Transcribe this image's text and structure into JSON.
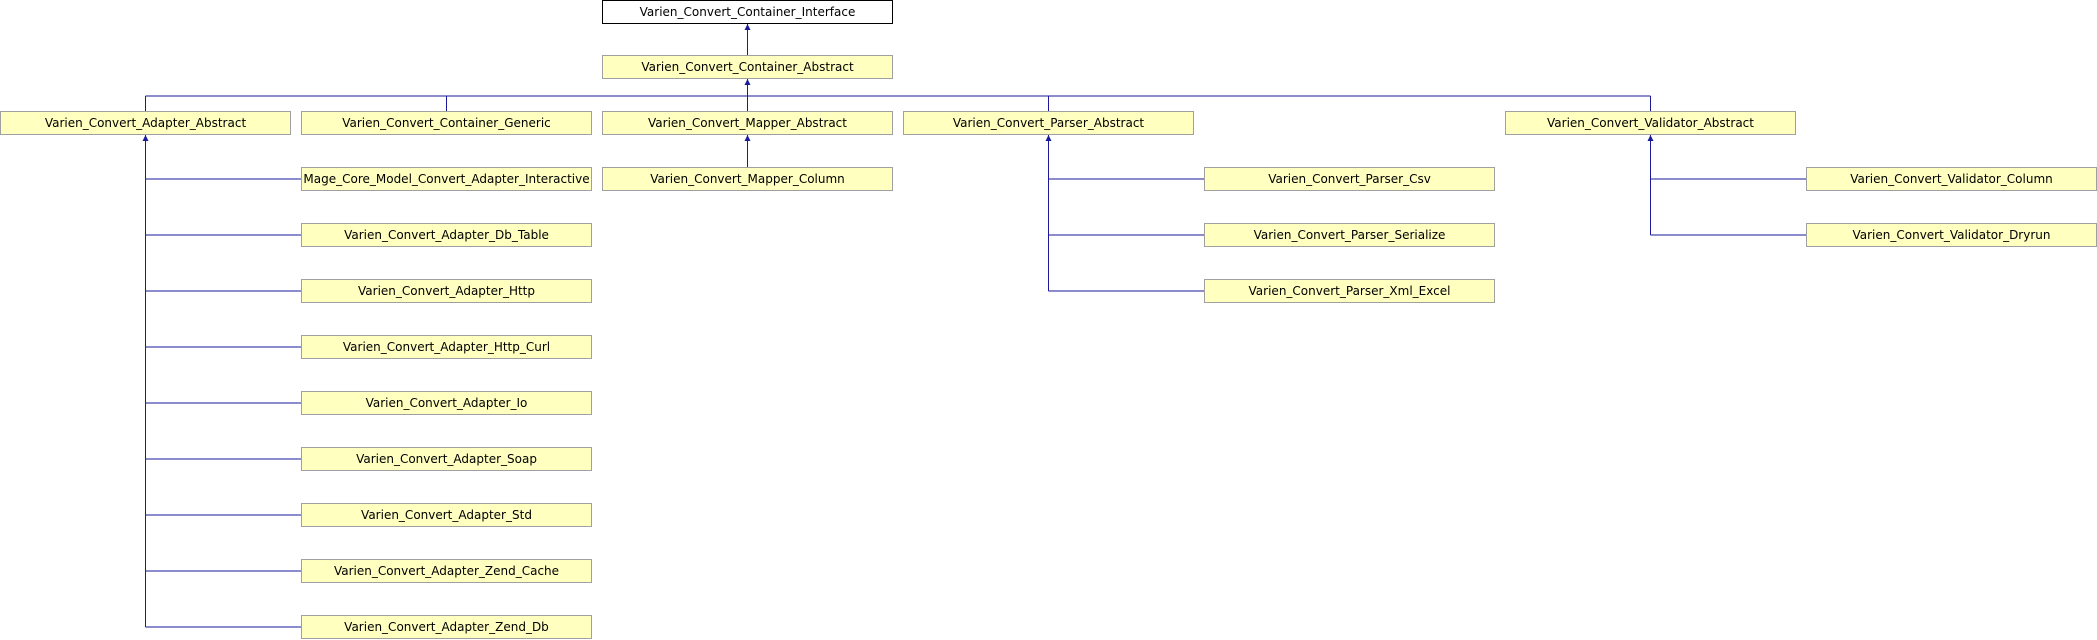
{
  "colors": {
    "node_fill": "#ffffc0",
    "node_border": "#a0a0a0",
    "root_fill": "#ffffff",
    "root_border": "#000000",
    "edge": "#1a1a9a"
  },
  "nodes": {
    "container_interface": "Varien_Convert_Container_Interface",
    "container_abstract": "Varien_Convert_Container_Abstract",
    "adapter_abstract": "Varien_Convert_Adapter_Abstract",
    "container_generic": "Varien_Convert_Container_Generic",
    "mapper_abstract": "Varien_Convert_Mapper_Abstract",
    "parser_abstract": "Varien_Convert_Parser_Abstract",
    "validator_abstract": "Varien_Convert_Validator_Abstract",
    "mage_adapter_interactive": "Mage_Core_Model_Convert_Adapter_Interactive",
    "adapter_db_table": "Varien_Convert_Adapter_Db_Table",
    "adapter_http": "Varien_Convert_Adapter_Http",
    "adapter_http_curl": "Varien_Convert_Adapter_Http_Curl",
    "adapter_io": "Varien_Convert_Adapter_Io",
    "adapter_soap": "Varien_Convert_Adapter_Soap",
    "adapter_std": "Varien_Convert_Adapter_Std",
    "adapter_zend_cache": "Varien_Convert_Adapter_Zend_Cache",
    "adapter_zend_db": "Varien_Convert_Adapter_Zend_Db",
    "mapper_column": "Varien_Convert_Mapper_Column",
    "parser_csv": "Varien_Convert_Parser_Csv",
    "parser_serialize": "Varien_Convert_Parser_Serialize",
    "parser_xml_excel": "Varien_Convert_Parser_Xml_Excel",
    "validator_column": "Varien_Convert_Validator_Column",
    "validator_dryrun": "Varien_Convert_Validator_Dryrun"
  }
}
